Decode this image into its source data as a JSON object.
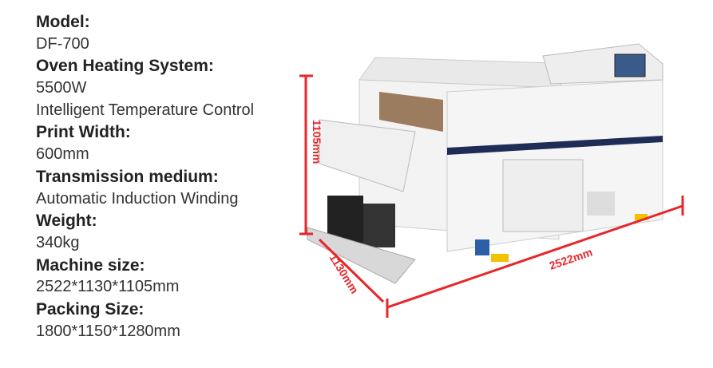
{
  "specs": [
    {
      "label": "Model:",
      "values": [
        "DF-700"
      ]
    },
    {
      "label": "Oven Heating System:",
      "values": [
        "5500W",
        "Intelligent Temperature Control"
      ]
    },
    {
      "label": "Print Width:",
      "values": [
        "600mm"
      ]
    },
    {
      "label": "Transmission medium:",
      "values": [
        "Automatic Induction Winding"
      ]
    },
    {
      "label": "Weight:",
      "values": [
        "340kg"
      ]
    },
    {
      "label": "Machine size:",
      "values": [
        "2522*1130*1105mm"
      ]
    },
    {
      "label": "Packing Size:",
      "values": [
        "1800*1150*1280mm"
      ]
    }
  ],
  "dimensions": {
    "height": "1105mm",
    "depth": "1130mm",
    "length": "2522mm"
  },
  "colors": {
    "dimension_red": "#e8262a",
    "machine_white": "#f2f2f2"
  }
}
